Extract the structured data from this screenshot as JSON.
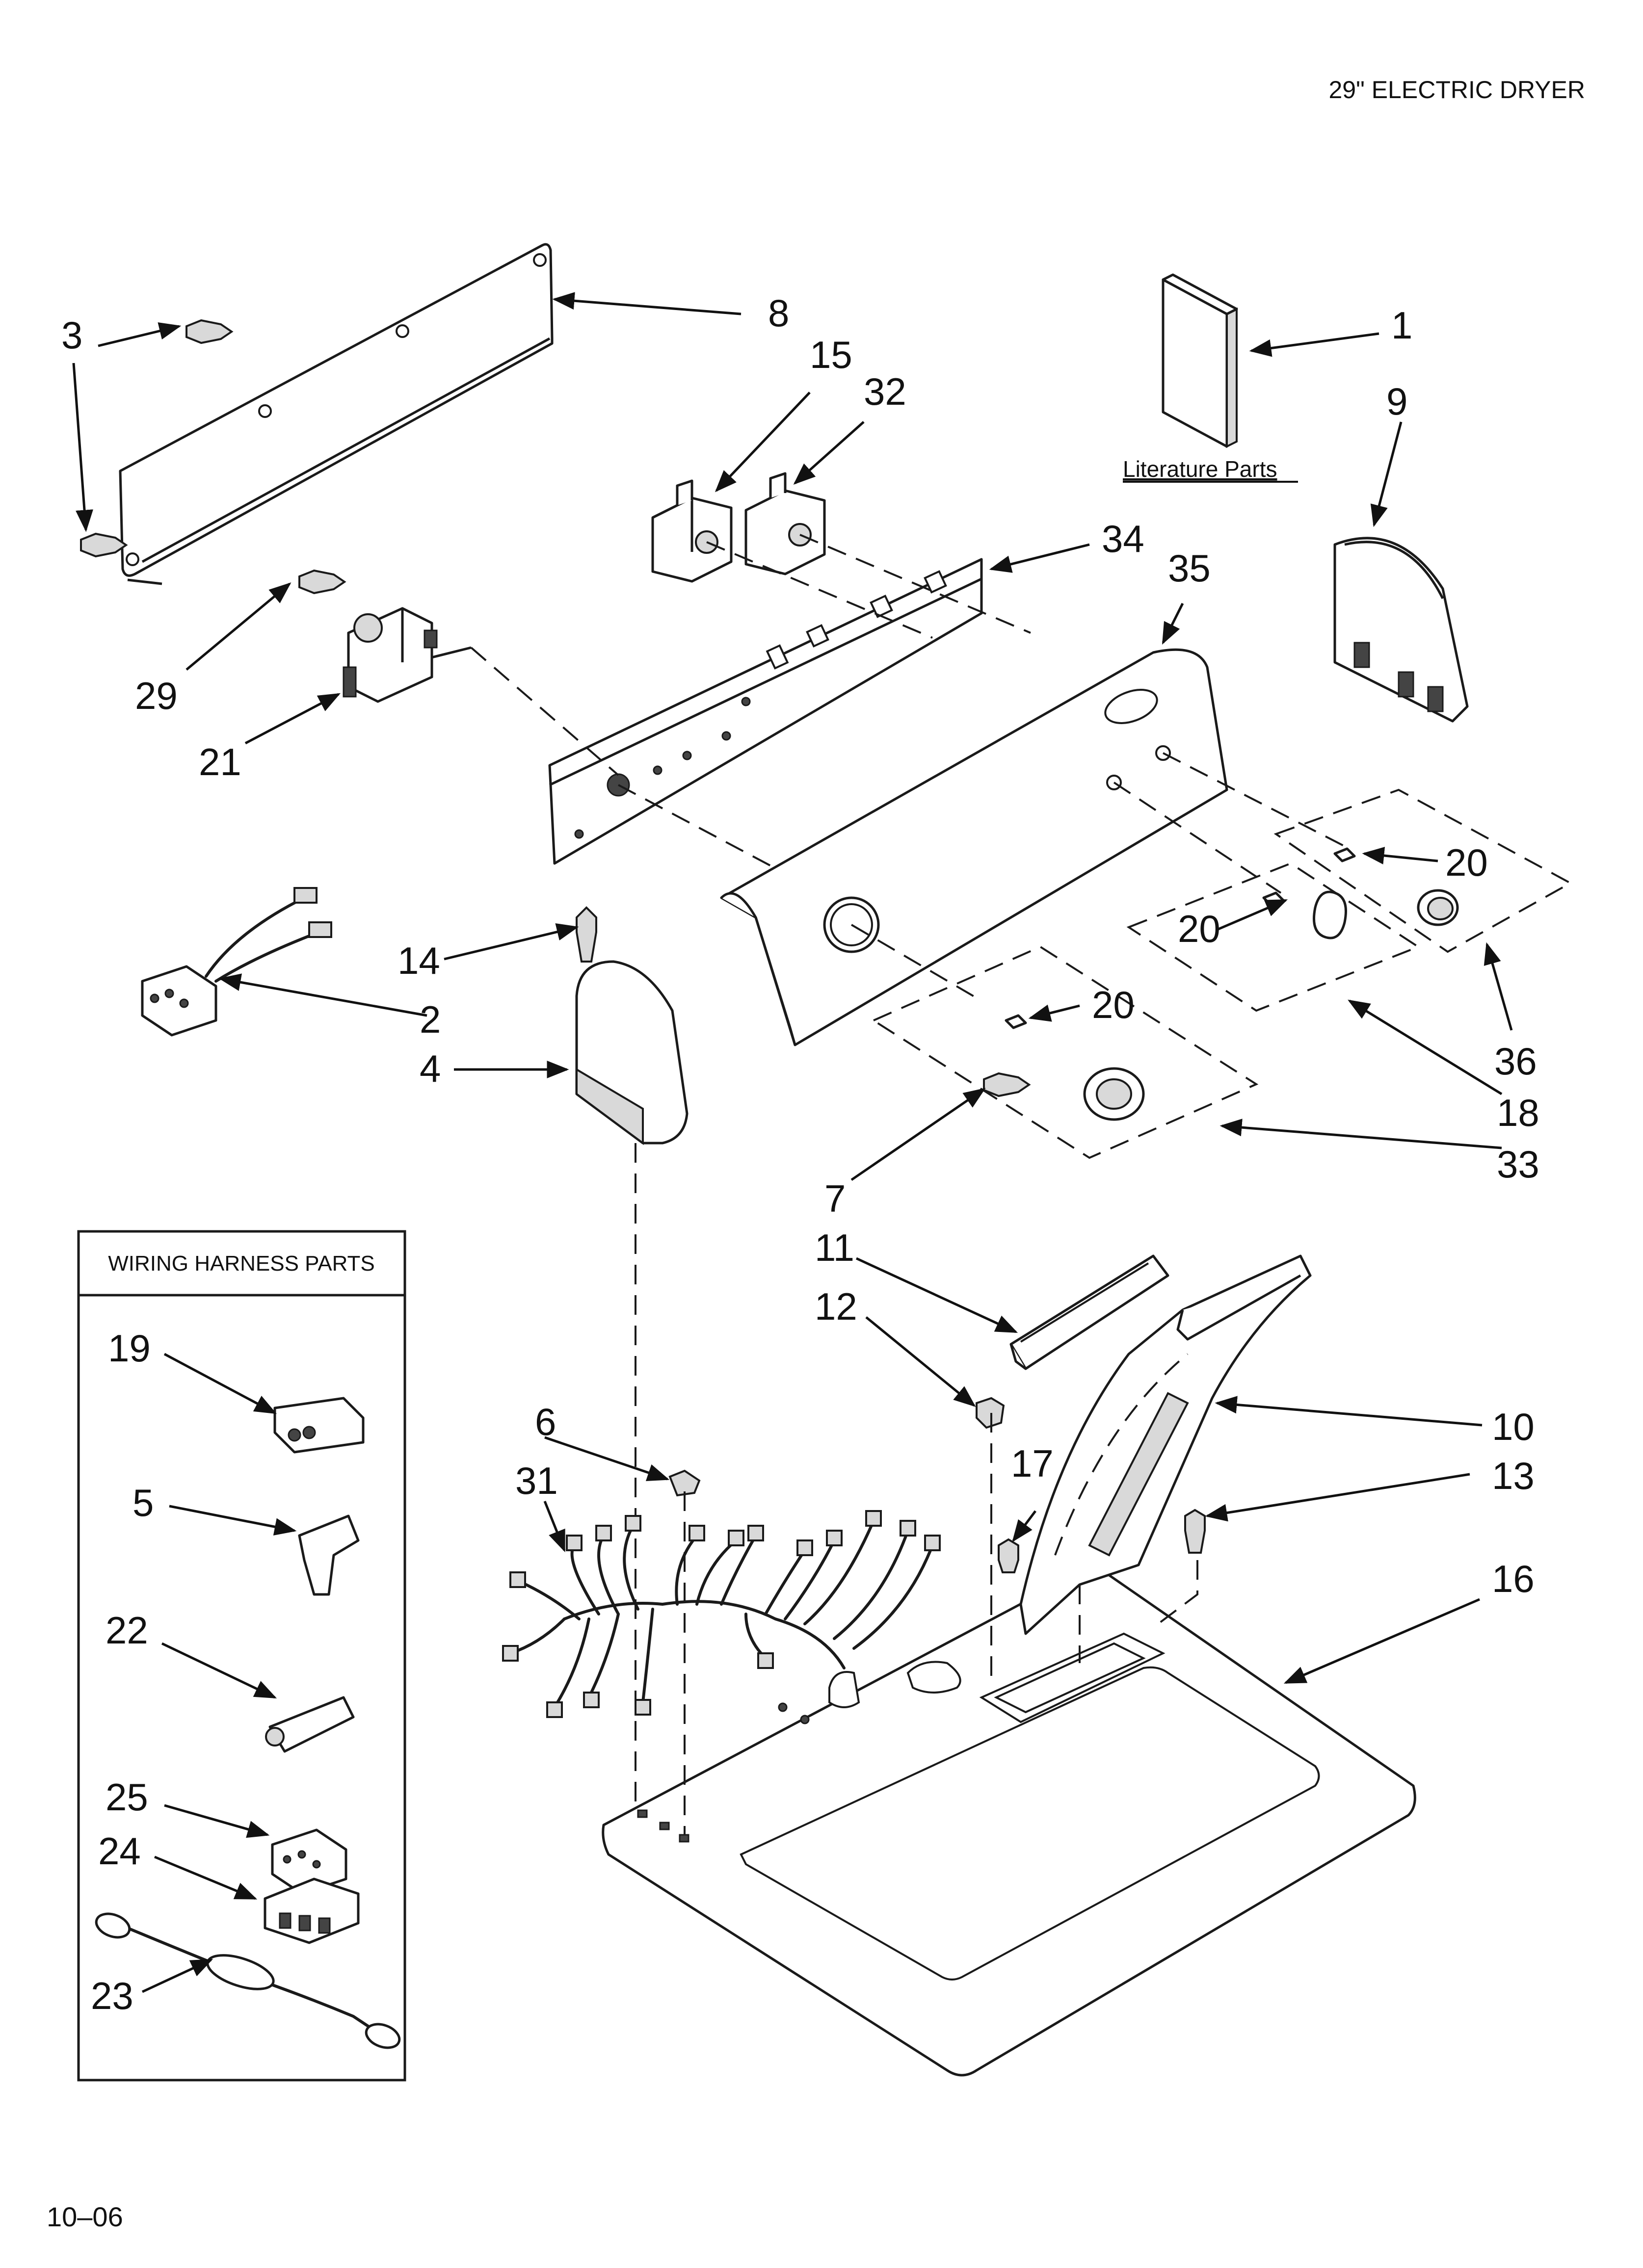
{
  "header": {
    "title": "29\" ELECTRIC DRYER"
  },
  "footer": {
    "code": "10–06"
  },
  "literature": {
    "label": "Literature Parts"
  },
  "harness_box": {
    "title": "WIRING HARNESS PARTS"
  },
  "callouts": {
    "n1": "1",
    "n2": "2",
    "n3": "3",
    "n4": "4",
    "n5": "5",
    "n6": "6",
    "n7": "7",
    "n8": "8",
    "n9": "9",
    "n10": "10",
    "n11": "11",
    "n12": "12",
    "n13": "13",
    "n14": "14",
    "n15": "15",
    "n16": "16",
    "n17": "17",
    "n18": "18",
    "n19": "19",
    "n20a": "20",
    "n20b": "20",
    "n20c": "20",
    "n21": "21",
    "n22": "22",
    "n23": "23",
    "n24": "24",
    "n25": "25",
    "n29": "29",
    "n31": "31",
    "n32": "32",
    "n33": "33",
    "n34": "34",
    "n35": "35",
    "n36": "36"
  }
}
